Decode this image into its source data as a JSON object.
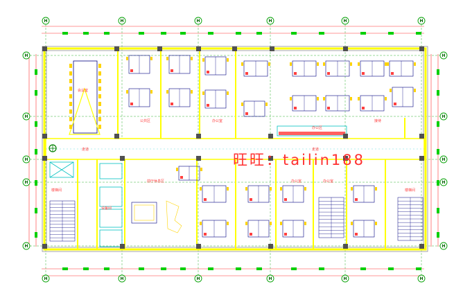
{
  "grid_axes": {
    "top": [
      "H",
      "H",
      "H",
      "H",
      "H",
      "H"
    ],
    "bottom": [
      "H",
      "H",
      "H",
      "H",
      "H",
      "H"
    ],
    "left": [
      "H",
      "H",
      "H",
      "H",
      "H"
    ],
    "right": [
      "H",
      "H",
      "H",
      "H",
      "H"
    ]
  },
  "rooms": {
    "meeting_room": "会议室",
    "corridor_left": "走道",
    "corridor_mid": "走道",
    "reception": "接待",
    "office_right": "办公区",
    "public_area": "公共区",
    "stair_left": "楼梯间",
    "lobby": "前厅休息区",
    "equipment": "设备间",
    "office_south_1": "办公室",
    "office_south_2": "办公室",
    "stair_right": "楼梯间",
    "office_small": "办公室"
  },
  "watermark": "旺旺：tailin188",
  "colors": {
    "wall": "#ffff00",
    "grid_circle": "#00a000",
    "dim_line": "#ff3030",
    "furniture": "#000080",
    "chair": "#ffd400",
    "green_mark": "#00d000",
    "cyan_line": "#00c0c0"
  }
}
